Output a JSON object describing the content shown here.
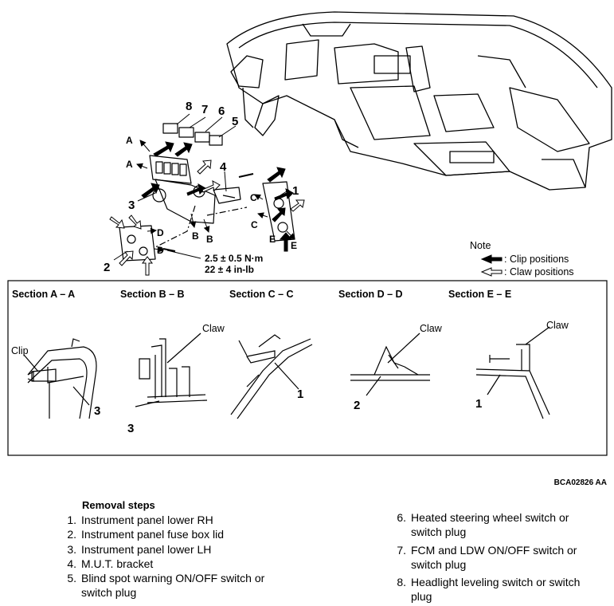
{
  "figure": {
    "part_numbers": [
      "1",
      "2",
      "3",
      "4",
      "5",
      "6",
      "7",
      "8"
    ],
    "section_letters": [
      "A",
      "B",
      "C",
      "D",
      "E"
    ],
    "torque": {
      "metric": "2.5 ± 0.5 N·m",
      "imperial": "22 ± 4 in-lb"
    },
    "note": {
      "title": "Note",
      "clip": ": Clip positions",
      "claw": ": Claw positions"
    },
    "sections": [
      {
        "title": "Section A – A",
        "labels": [
          "Clip",
          "3"
        ]
      },
      {
        "title": "Section B – B",
        "labels": [
          "Claw",
          "3"
        ]
      },
      {
        "title": "Section C – C",
        "labels": [
          "1"
        ]
      },
      {
        "title": "Section D – D",
        "labels": [
          "Claw",
          "2"
        ]
      },
      {
        "title": "Section E – E",
        "labels": [
          "Claw",
          "1"
        ]
      }
    ],
    "doc_id": "BCA02826 AA"
  },
  "removal": {
    "title": "Removal steps",
    "steps": [
      {
        "num": "1.",
        "text": "Instrument panel lower RH"
      },
      {
        "num": "2.",
        "text": "Instrument panel fuse box lid"
      },
      {
        "num": "3.",
        "text": "Instrument panel lower LH"
      },
      {
        "num": "4.",
        "text": "M.U.T. bracket"
      },
      {
        "num": "5.",
        "text": "Blind spot warning ON/OFF switch or switch plug"
      },
      {
        "num": "6.",
        "text": "Heated steering wheel switch or switch plug"
      },
      {
        "num": "7.",
        "text": "FCM and LDW ON/OFF switch or switch plug"
      },
      {
        "num": "8.",
        "text": "Headlight leveling switch or switch plug"
      }
    ]
  },
  "colors": {
    "line": "#000000",
    "background": "#ffffff"
  }
}
